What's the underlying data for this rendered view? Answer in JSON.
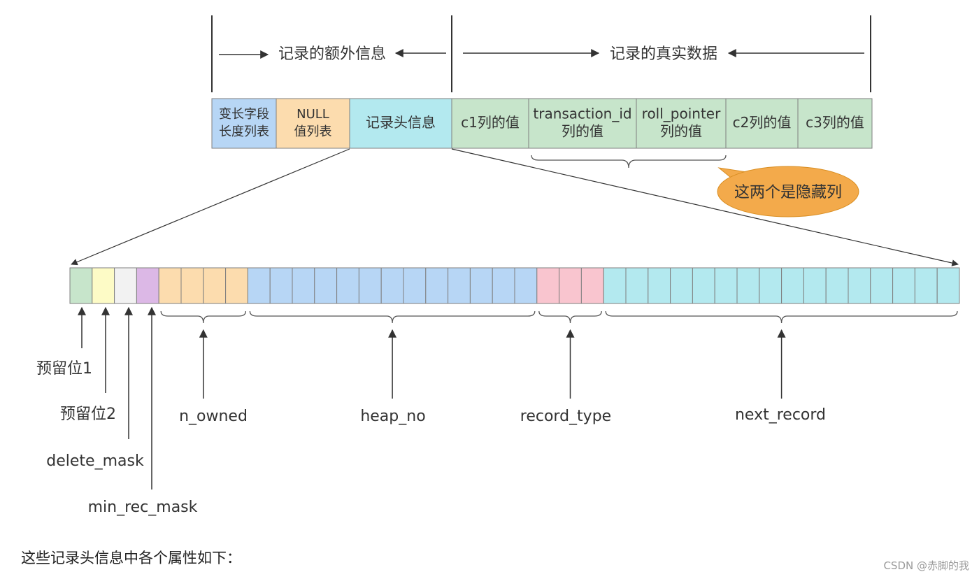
{
  "diagram": {
    "header": {
      "extra_info": "记录的额外信息",
      "real_data": "记录的真实数据"
    },
    "top_cells": [
      {
        "id": "var-len",
        "lines": [
          "变长字段",
          "长度列表"
        ],
        "color": "#b7d6f5"
      },
      {
        "id": "null",
        "lines": [
          "NULL",
          "值列表"
        ],
        "color": "#fcdcae"
      },
      {
        "id": "header",
        "lines": [
          "记录头信息"
        ],
        "color": "#b3e9ef"
      },
      {
        "id": "c1",
        "lines": [
          "c1列的值"
        ],
        "color": "#c7e5cb"
      },
      {
        "id": "trx",
        "lines": [
          "transaction_id",
          "列的值"
        ],
        "color": "#c7e5cb"
      },
      {
        "id": "roll",
        "lines": [
          "roll_pointer",
          "列的值"
        ],
        "color": "#c7e5cb"
      },
      {
        "id": "c2",
        "lines": [
          "c2列的值"
        ],
        "color": "#c7e5cb"
      },
      {
        "id": "c3",
        "lines": [
          "c3列的值"
        ],
        "color": "#c7e5cb"
      }
    ],
    "hidden_note": "这两个是隐藏列",
    "bit_fields": [
      {
        "label": "预留位1",
        "bits": 1,
        "color": "#c7e5cb"
      },
      {
        "label": "预留位2",
        "bits": 1,
        "color": "#fdfbc6"
      },
      {
        "label": "delete_mask",
        "bits": 1,
        "color": "#f2f2f2"
      },
      {
        "label": "min_rec_mask",
        "bits": 1,
        "color": "#dcb8e6"
      },
      {
        "label": "n_owned",
        "bits": 4,
        "color": "#fcdcae"
      },
      {
        "label": "heap_no",
        "bits": 13,
        "color": "#b7d6f5"
      },
      {
        "label": "record_type",
        "bits": 3,
        "color": "#f9c5cf"
      },
      {
        "label": "next_record",
        "bits": 16,
        "color": "#b3e9ef"
      }
    ]
  },
  "caption": "这些记录头信息中各个属性如下：",
  "watermark": "CSDN @赤脚的我"
}
